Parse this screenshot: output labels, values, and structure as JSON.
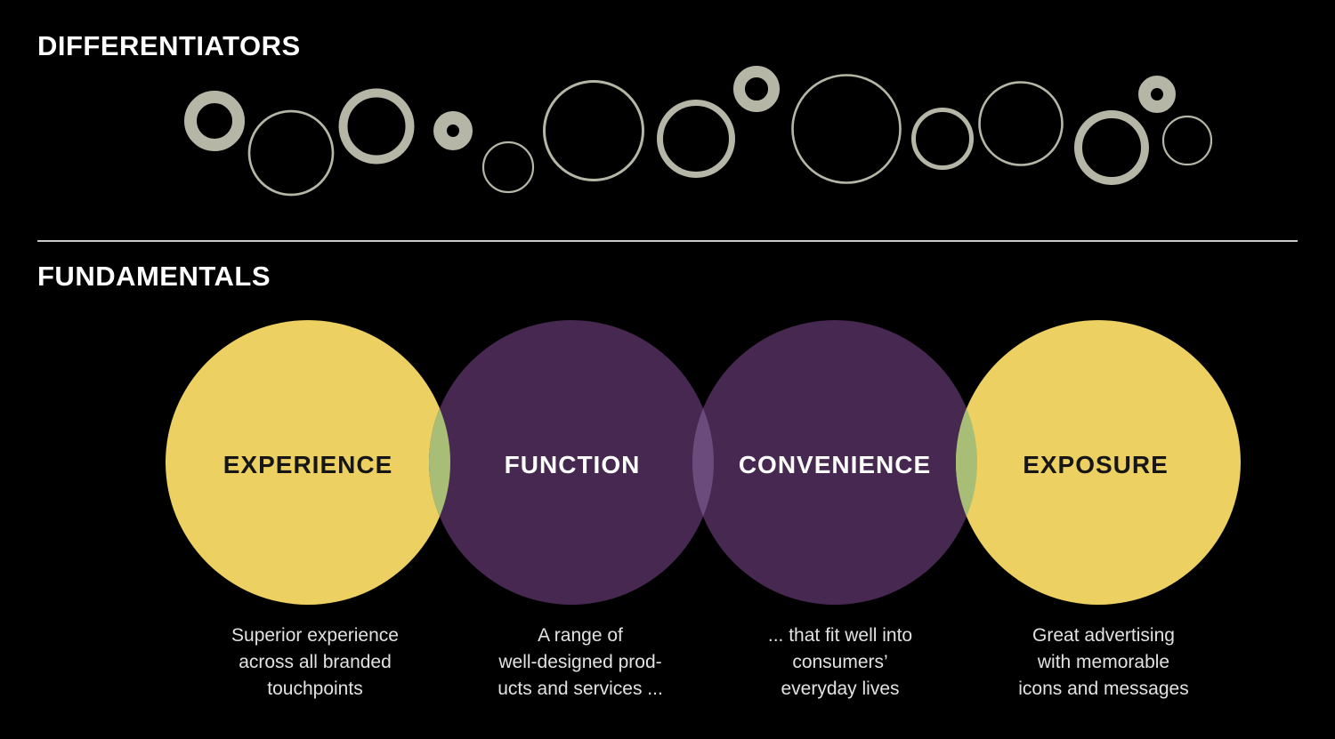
{
  "header": {
    "differentiators_title": "DIFFERENTIATORS",
    "fundamentals_title": "FUNDAMENTALS"
  },
  "colors": {
    "background": "#000000",
    "heading_text": "#ffffff",
    "divider": "#c9c9c9",
    "decorative_circle": "#b6b6a7",
    "circle_yellow": "#ecd062",
    "circle_purple": "#462850",
    "overlap_green": "#a8bd76",
    "overlap_purple": "#6b4b7c",
    "label_dark": "#161616",
    "label_light": "#ffffff",
    "caption_text": "#e2e2e2"
  },
  "fundamentals": {
    "items": [
      {
        "label": "EXPERIENCE",
        "fill": "yellow",
        "caption": "Superior experience\nacross all branded\ntouchpoints"
      },
      {
        "label": "FUNCTION",
        "fill": "purple",
        "caption": "A range of\nwell-designed prod-\nucts and services ..."
      },
      {
        "label": "CONVENIENCE",
        "fill": "purple",
        "caption": "... that fit well into\nconsumers’\neveryday lives"
      },
      {
        "label": "EXPOSURE",
        "fill": "yellow",
        "caption": "Great advertising\nwith memorable\nicons and messages"
      }
    ]
  }
}
